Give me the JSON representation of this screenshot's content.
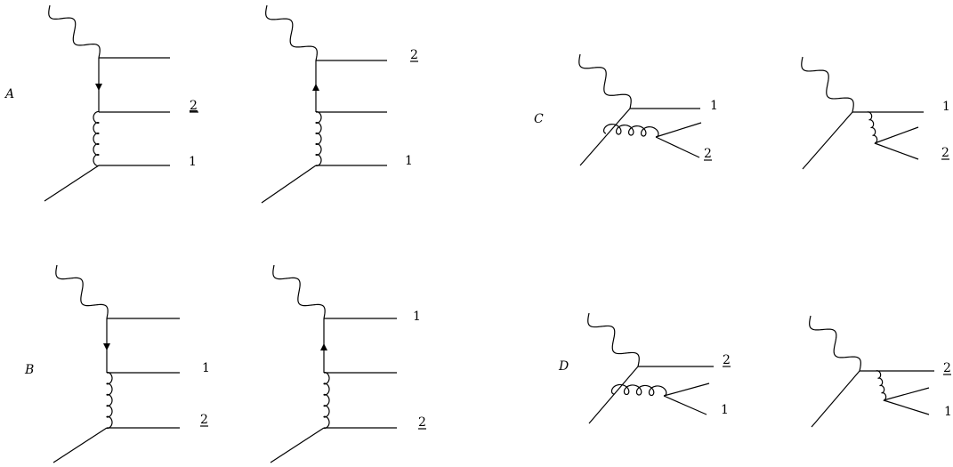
{
  "groups": {
    "A": "A",
    "B": "B",
    "C": "C",
    "D": "D"
  },
  "labels": {
    "one": "1",
    "two": "2"
  },
  "colors": {
    "ink": "#000000",
    "background": "#ffffff"
  }
}
